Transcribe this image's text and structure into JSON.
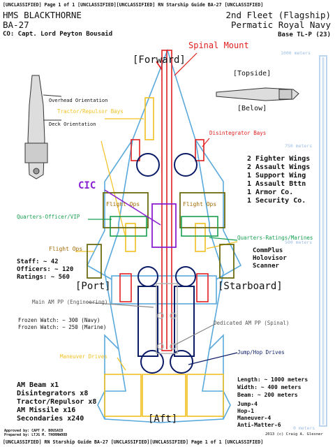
{
  "banner_top": "[UNCLASSIFIED] Page 1 of 1 [UNCLASSIFIED][UNCLASSIFIED] RN Starship Guide BA-27 [UNCLASSIFIED]",
  "banner_bottom": "[UNCLASSIFIED] RN Starship Guide BA-27 [UNCLASSIFIED][UNCLASSIFIED] Page 1 of 1 [UNCLASSIFIED]",
  "ship": {
    "name": "HMS BLACKTHORNE",
    "designation": "BA-27",
    "co": "CO: Capt. Lord Peyton Bousaid",
    "fleet": "2nd Fleet (Flagship)",
    "navy": "Permatic Royal Navy",
    "base": "Base TL-P (23)"
  },
  "directions": {
    "forward": "[Forward]",
    "aft": "[Aft]",
    "port": "[Port]",
    "starboard": "[Starboard]",
    "topside": "[Topside]",
    "below": "[Below]"
  },
  "orientation": {
    "overhead": "Overhead Orientation",
    "deck": "Deck Orientation"
  },
  "scale": {
    "top": "1000 meters",
    "mid1": "750 meters",
    "mid2": "500 meters",
    "bottom": "0 meters"
  },
  "labels": {
    "spinal_mount": "Spinal Mount",
    "tractor_bays": "Tractor/Repulsor Bays",
    "disintegrator_bays": "Disintegrator Bays",
    "cic": "CIC",
    "flight_ops_left": "Flight Ops",
    "flight_ops_right": "Flight Ops",
    "flight_ops_side": "Flight Ops",
    "quarters_officer": "Quarters-Officer/VIP",
    "quarters_ratings": "Quarters-Ratings/Marines",
    "main_am_pp": "Main AM PP (Engineering)",
    "dedicated_am_pp": "Dedicated AM PP (Spinal)",
    "jump_drives": "Jump/Hop Drives",
    "maneuver_drives": "Maneuver Drives"
  },
  "units": [
    "2 Fighter Wings",
    "2 Assault Wings",
    "1 Support Wing",
    "1 Assault Bttn",
    "1 Armor Co.",
    "1 Security Co."
  ],
  "electronics": [
    "CommPlus",
    "Holovisor",
    "Scanner"
  ],
  "crew": [
    "Staff: ~ 42",
    "Officers: ~ 120",
    "Ratings: ~ 560"
  ],
  "frozen": [
    "Frozen Watch: ~ 300 (Navy)",
    "Frozen Watch: ~ 250 (Marine)"
  ],
  "weapons": [
    "AM Beam x1",
    "Disintegrators x8",
    "Tractor/Repulsor x8",
    "AM Missile x16",
    "Secondaries x240"
  ],
  "dimensions": [
    "Length: ~ 1000 meters",
    "Width: ~ 400 meters",
    "Beam: ~ 200 meters"
  ],
  "performance": [
    "Jump-4",
    "Hop-1",
    "Maneuver-4",
    "Anti-Matter-6"
  ],
  "approved": "Approved by: CAPT P. BOUSAID",
  "prepared": "Prepared by: LTJG M. THORNWOOD",
  "copyright": "2013 (c) Craig A. Glesner",
  "colors": {
    "hull": "#5aa9dc",
    "spinal": "#e02020",
    "bays": "#f2c020",
    "cic": "#8a20d0",
    "flight": "#6b6b10",
    "quarters": "#18a050",
    "drives": "#0b1b66",
    "scale": "#bcd4ee"
  }
}
